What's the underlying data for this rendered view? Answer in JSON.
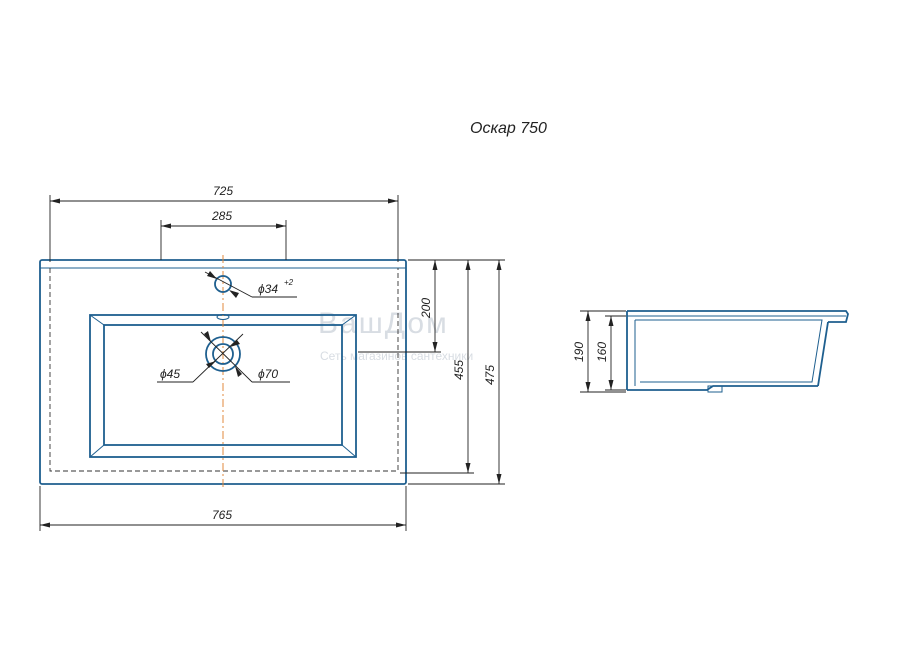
{
  "title": "Оскар 750",
  "watermark": {
    "brand": "ВашДом",
    "tagline": "Сеть магазинов сантехники"
  },
  "colors": {
    "outline": "#1e5f8f",
    "centerline": "#e08a3c",
    "dimension": "#222222"
  },
  "top_view": {
    "width_overall": "765",
    "width_inner": "725",
    "tap_spacing": "285",
    "tap_hole": "ϕ34",
    "tap_hole_tolerance": "+2",
    "drain_inner": "ϕ45",
    "drain_outer": "ϕ70",
    "depth_to_bowl": "200",
    "depth_inner": "455",
    "depth_overall": "475"
  },
  "side_view": {
    "height_overall": "190",
    "height_bowl": "160"
  }
}
